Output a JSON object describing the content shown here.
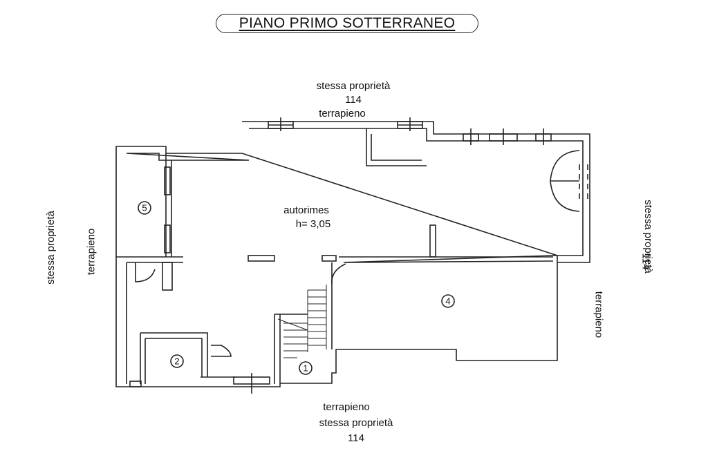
{
  "title": "PIANO PRIMO SOTTERRANEO",
  "labels": {
    "top_owner": "stessa proprietà",
    "top_number": "114",
    "top_fill": "terrapieno",
    "room_name": "autorimes",
    "room_height": "h= 3,05",
    "bottom_fill": "terrapieno",
    "bottom_owner": "stessa proprietà",
    "bottom_number": "114",
    "left_owner": "stessa proprietà",
    "left_fill": "terrapieno",
    "right_owner": "stessa proprietà",
    "right_number": "114",
    "right_fill": "terrapieno"
  },
  "rooms": [
    "1",
    "2",
    "4",
    "5"
  ],
  "colors": {
    "line": "#222222",
    "background": "#ffffff"
  }
}
